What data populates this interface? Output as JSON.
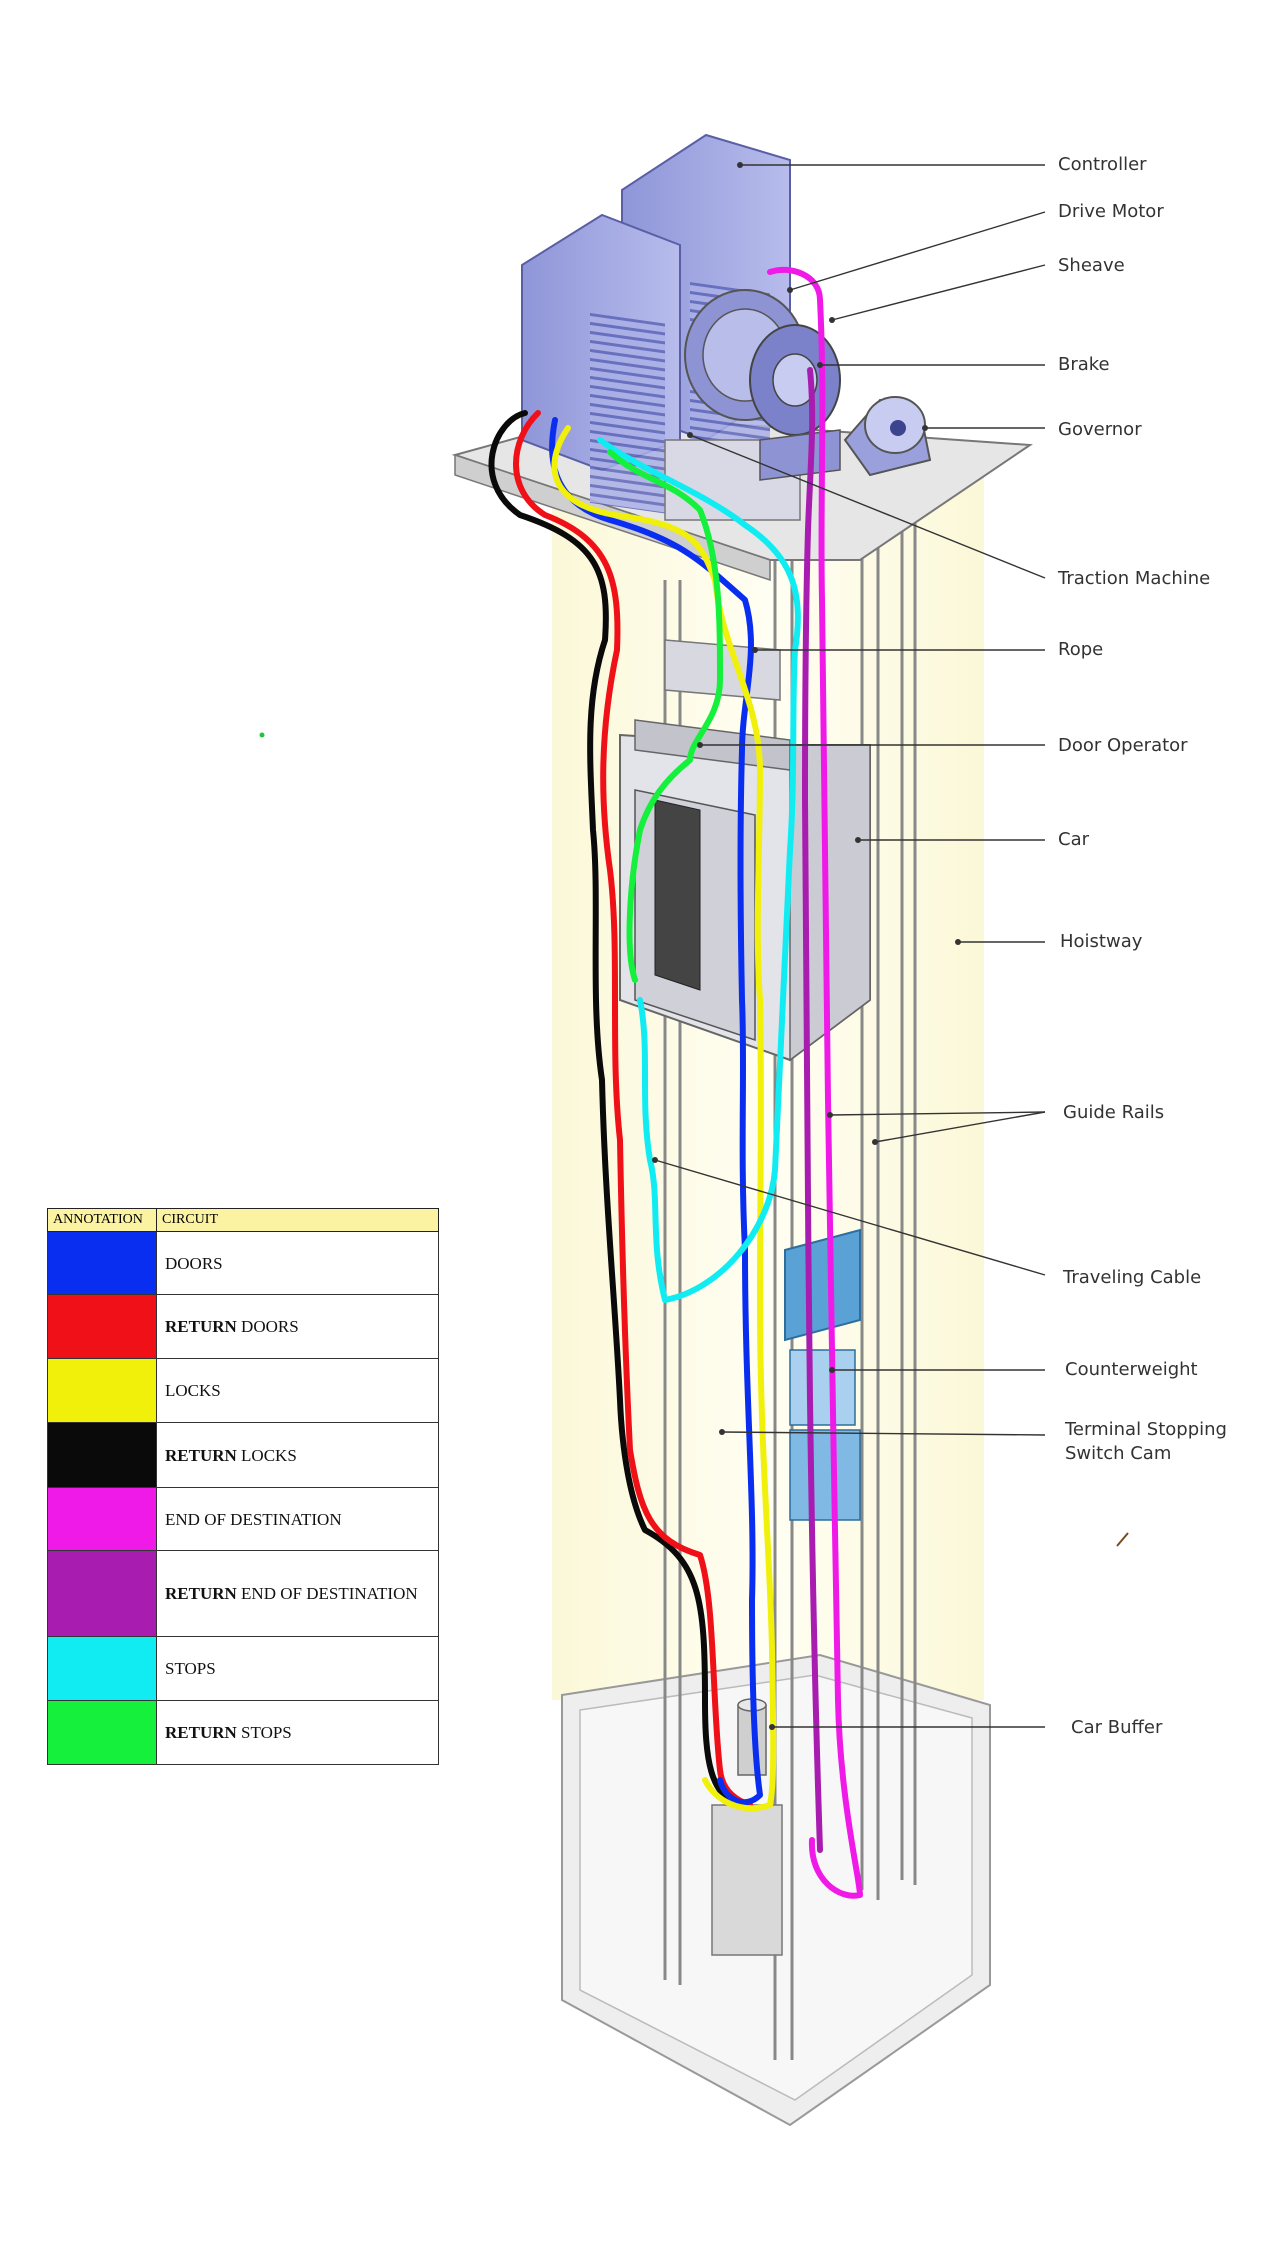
{
  "parts": [
    {
      "key": "controller",
      "label": "Controller"
    },
    {
      "key": "drive_motor",
      "label": "Drive Motor"
    },
    {
      "key": "sheave",
      "label": "Sheave"
    },
    {
      "key": "brake",
      "label": "Brake"
    },
    {
      "key": "governor",
      "label": "Governor"
    },
    {
      "key": "traction_machine",
      "label": "Traction Machine"
    },
    {
      "key": "rope",
      "label": "Rope"
    },
    {
      "key": "door_operator",
      "label": "Door Operator"
    },
    {
      "key": "car",
      "label": "Car"
    },
    {
      "key": "hoistway",
      "label": "Hoistway"
    },
    {
      "key": "guide_rails",
      "label": "Guide Rails"
    },
    {
      "key": "traveling_cable",
      "label": "Traveling Cable"
    },
    {
      "key": "counterweight",
      "label": "Counterweight"
    },
    {
      "key": "terminal_stopping_switch_cam",
      "label": "Terminal Stopping",
      "label2": "Switch Cam"
    },
    {
      "key": "car_buffer",
      "label": "Car Buffer"
    }
  ],
  "legend": {
    "header_annotation": "ANNOTATION",
    "header_circuit": "CIRCUIT",
    "rows": [
      {
        "color": "#0a2ef0",
        "bold": "",
        "text": "DOORS"
      },
      {
        "color": "#f01018",
        "bold": "RETURN",
        "text": " DOORS"
      },
      {
        "color": "#f0f00a",
        "bold": "",
        "text": "LOCKS"
      },
      {
        "color": "#0a0a0a",
        "bold": "RETURN",
        "text": " LOCKS"
      },
      {
        "color": "#f01ae8",
        "bold": "",
        "text": "END OF DESTINATION"
      },
      {
        "color": "#a81cb0",
        "bold": "RETURN",
        "text": " END OF DESTINATION"
      },
      {
        "color": "#10ecf2",
        "bold": "",
        "text": "STOPS"
      },
      {
        "color": "#14f03c",
        "bold": "RETURN",
        "text": " STOPS"
      }
    ]
  }
}
